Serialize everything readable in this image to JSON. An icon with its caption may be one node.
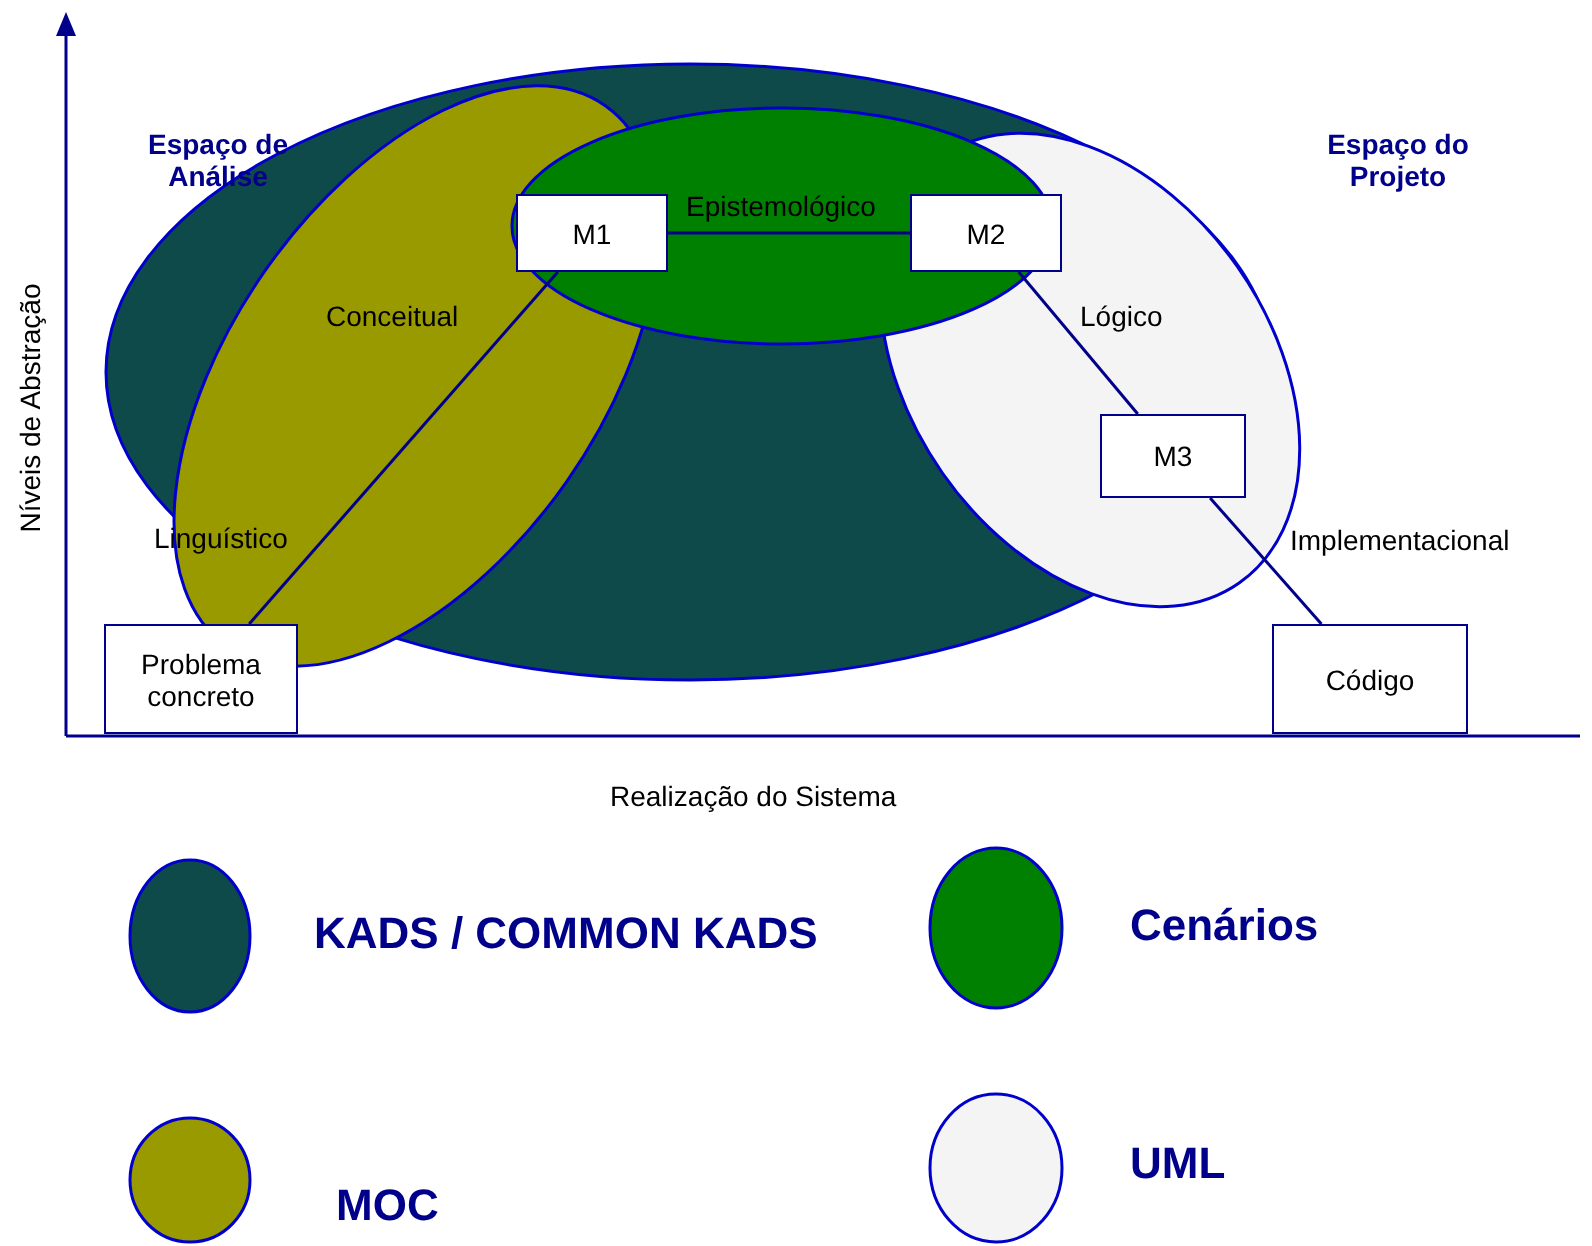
{
  "diagram": {
    "nodes": [
      {
        "text": [
          "M1"
        ]
      },
      {
        "text": [
          "M2"
        ]
      },
      {
        "text": [
          "M3"
        ]
      },
      {
        "text": [
          "Problema concreto"
        ]
      },
      {
        "text": [
          "Código"
        ]
      }
    ],
    "edges": [
      {
        "from": 3,
        "to": 0,
        "arrow": "none"
      },
      {
        "from": 0,
        "to": 1,
        "arrow": "none"
      },
      {
        "from": 1,
        "to": 2,
        "arrow": "none"
      },
      {
        "from": 2,
        "to": 4,
        "arrow": "none"
      }
    ],
    "labels": [
      "Espaço de Análise",
      "Espaço do Projeto",
      "Epistemológico",
      "Conceitual",
      "Lógico",
      "Níveis de Abstração",
      "Linguístico",
      "Implementacional",
      "Realização do Sistema"
    ],
    "legend": [
      {
        "text": "KADS / COMMON KADS",
        "color": "#0f4a4a"
      },
      {
        "text": "Cenários",
        "color": "#008000"
      },
      {
        "text": "MOC",
        "color": "#999900"
      },
      {
        "text": "UML",
        "color": "#f4f4f4"
      }
    ]
  }
}
